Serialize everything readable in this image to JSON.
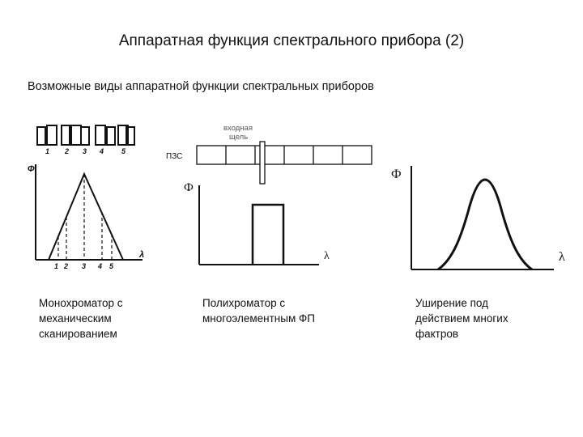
{
  "title": "Аппаратная функция спектрального прибора (2)",
  "subtitle": "Возможные виды аппаратной функции спектральных приборов",
  "panel1": {
    "slit_numbers": [
      "1",
      "2",
      "3",
      "4",
      "5"
    ],
    "y_label": "Ф",
    "x_label": "λ",
    "x_ticks": [
      "1",
      "2",
      "3",
      "4",
      "5"
    ],
    "caption": "Монохроматор с\nмеханическим\nсканированием"
  },
  "panel2": {
    "slit_label_line1": "входная",
    "slit_label_line2": "щель",
    "detector_label": "ПЗС",
    "y_label": "Ф",
    "x_label": "λ",
    "caption": "Полихроматор с\nмногоэлементным ФП"
  },
  "panel3": {
    "y_label": "Ф",
    "x_label": "λ",
    "caption": "Уширение под\nдействием многих\nфактров"
  }
}
